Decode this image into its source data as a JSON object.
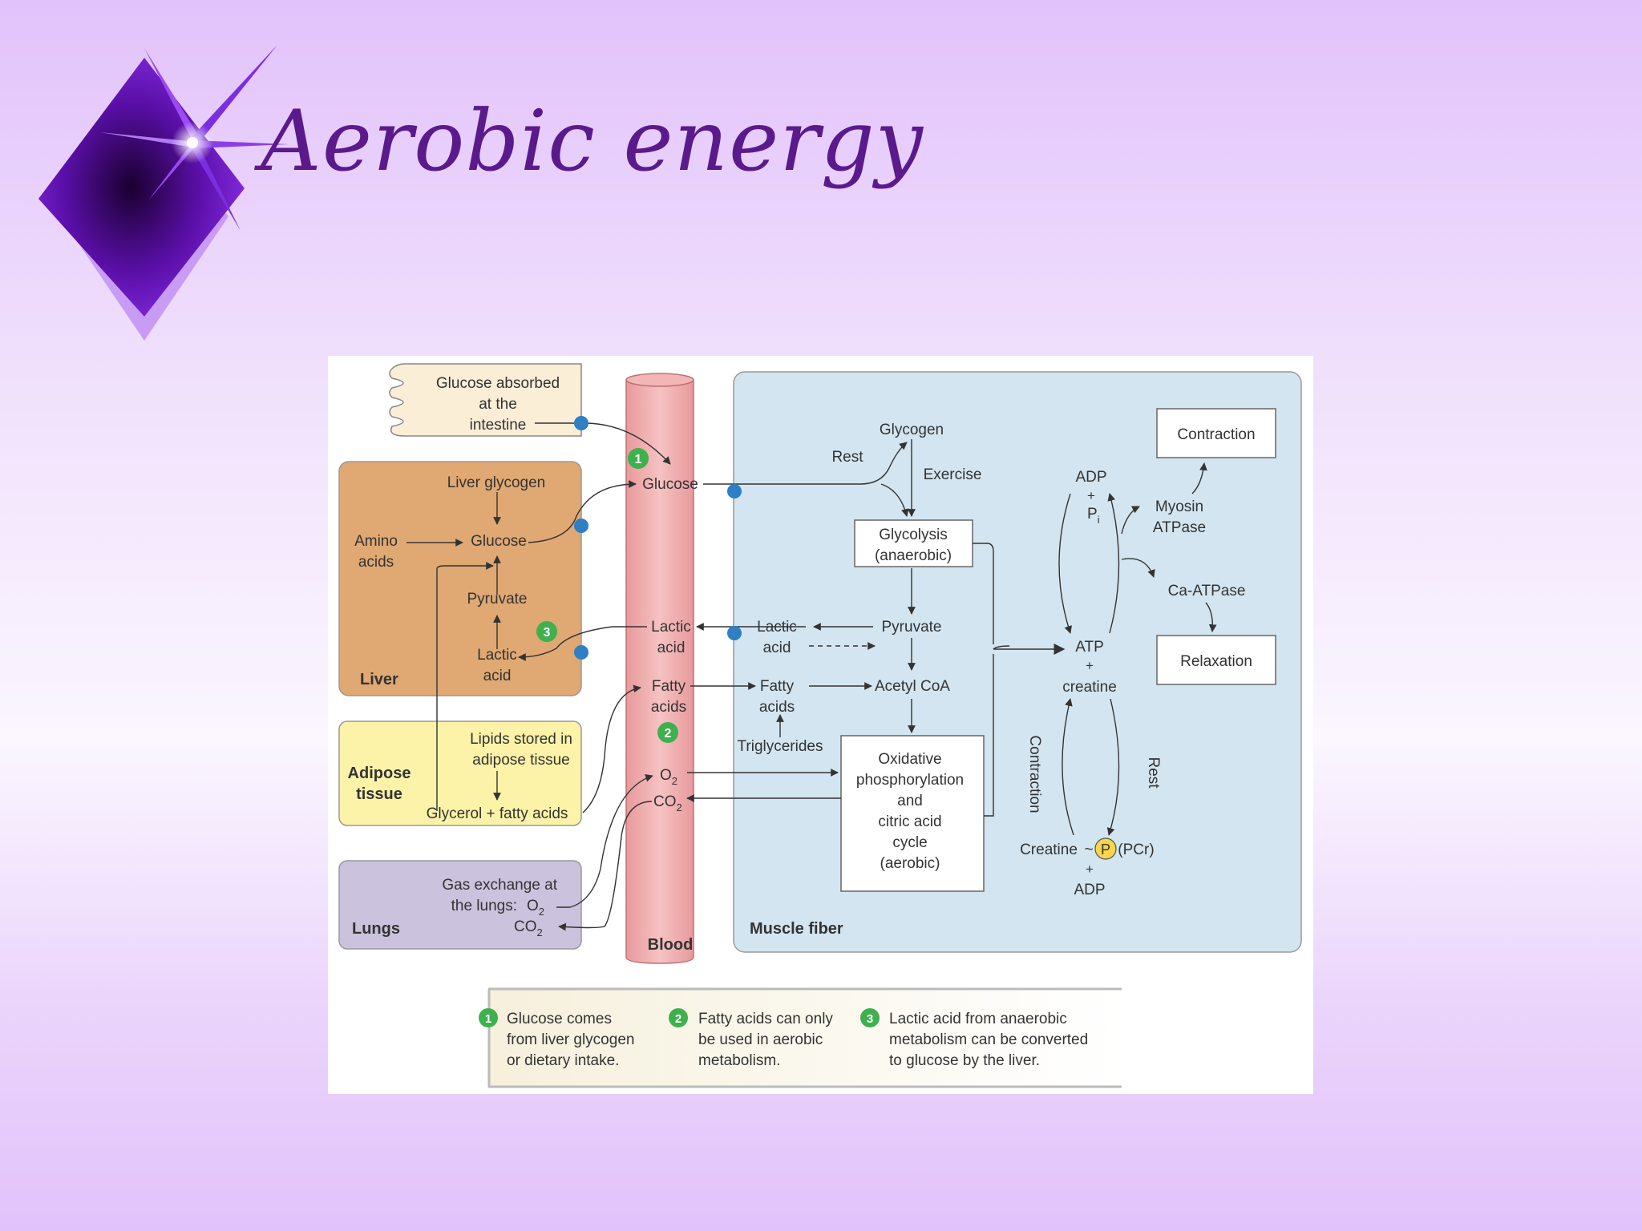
{
  "slide": {
    "title": "Aerobic energy"
  },
  "diagram": {
    "intestine": {
      "line1": "Glucose absorbed",
      "line2": "at the",
      "line3": "intestine"
    },
    "liver": {
      "label": "Liver",
      "glycogen": "Liver glycogen",
      "amino_line1": "Amino",
      "amino_line2": "acids",
      "glucose": "Glucose",
      "pyruvate": "Pyruvate",
      "lactic_line1": "Lactic",
      "lactic_line2": "acid"
    },
    "adipose": {
      "label_line1": "Adipose",
      "label_line2": "tissue",
      "lipids_line1": "Lipids stored in",
      "lipids_line2": "adipose tissue",
      "glycerol": "Glycerol + fatty acids"
    },
    "lungs": {
      "label": "Lungs",
      "gas_line1": "Gas exchange at",
      "gas_line2": "the lungs:",
      "o2": "O",
      "o2_sub": "2",
      "co2": "CO",
      "co2_sub": "2"
    },
    "blood": {
      "label": "Blood",
      "glucose": "Glucose",
      "lactic_line1": "Lactic",
      "lactic_line2": "acid",
      "fatty_line1": "Fatty",
      "fatty_line2": "acids",
      "o2": "O",
      "o2_sub": "2",
      "co2": "CO",
      "co2_sub": "2"
    },
    "muscle": {
      "label": "Muscle fiber",
      "glycogen": "Glycogen",
      "rest": "Rest",
      "exercise": "Exercise",
      "glycolysis_line1": "Glycolysis",
      "glycolysis_line2": "(anaerobic)",
      "pyruvate": "Pyruvate",
      "lactic_line1": "Lactic",
      "lactic_line2": "acid",
      "acetyl": "Acetyl CoA",
      "fatty_line1": "Fatty",
      "fatty_line2": "acids",
      "triglycerides": "Triglycerides",
      "ox_line1": "Oxidative",
      "ox_line2": "phosphorylation",
      "ox_line3": "and",
      "ox_line4": "citric acid",
      "ox_line5": "cycle",
      "ox_line6": "(aerobic)",
      "adp_top": "ADP",
      "plus": "+",
      "pi": "P",
      "pi_sub": "i",
      "atp": "ATP",
      "creatine_low": "creatine",
      "myosin_line1": "Myosin",
      "myosin_line2": "ATPase",
      "ca_atpase": "Ca-ATPase",
      "contraction_box": "Contraction",
      "relaxation_box": "Relaxation",
      "contraction_vert": "Contraction",
      "rest_vert": "Rest",
      "creatine": "Creatine",
      "tilde": "~",
      "p_circle": "P",
      "pcr": "(PCr)",
      "adp_bottom": "ADP"
    },
    "markers": {
      "m1": "1",
      "m2": "2",
      "m3": "3"
    },
    "legend": {
      "n1": "1",
      "n2": "2",
      "n3": "3",
      "l1_line1": "Glucose comes",
      "l1_line2": "from liver glycogen",
      "l1_line3": "or dietary intake.",
      "l2_line1": "Fatty acids can only",
      "l2_line2": "be used in aerobic",
      "l2_line3": "metabolism.",
      "l3_line1": "Lactic acid from anaerobic",
      "l3_line2": "metabolism can be converted",
      "l3_line3": "to glucose by the liver."
    },
    "colors": {
      "liver": "#e0a873",
      "adipose": "#fcf3a8",
      "lungs": "#cbc3dd",
      "blood": "#f0b0b0",
      "muscle": "#d3e5f0",
      "transporter": "#2e7fc4",
      "marker": "#3fb04e"
    }
  }
}
